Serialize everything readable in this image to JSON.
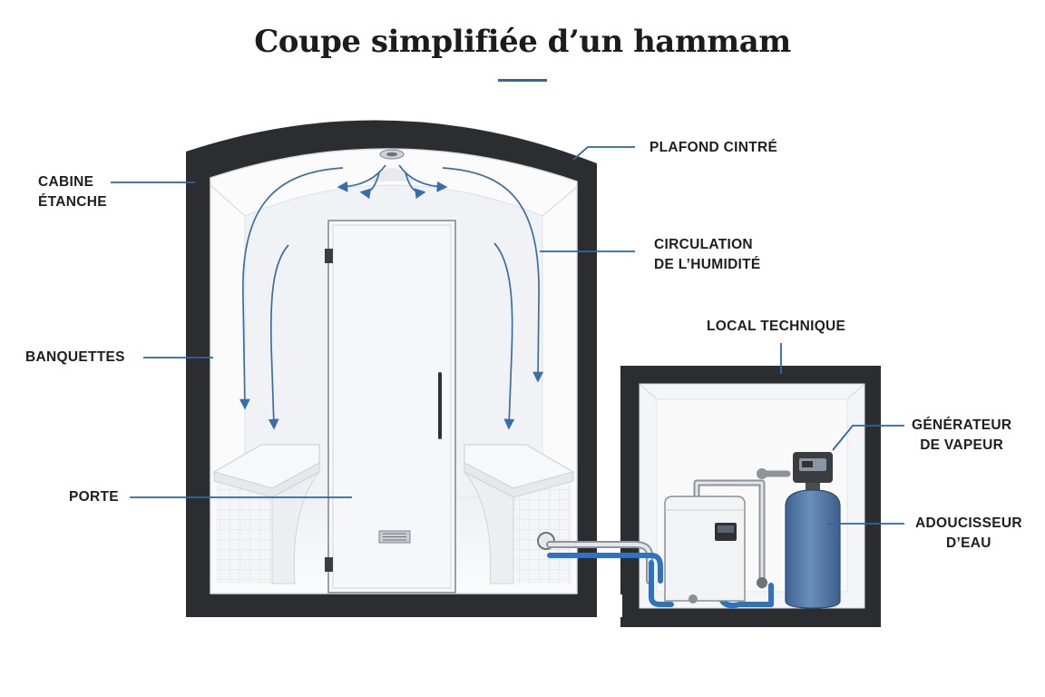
{
  "title": "Coupe simplifiée d’un hammam",
  "labels": {
    "cabine": [
      "CABINE",
      "ÉTANCHE"
    ],
    "plafond": "PLAFOND CINTRÉ",
    "circulation": [
      "CIRCULATION",
      "DE L’HUMIDITÉ"
    ],
    "banquettes": "BANQUETTES",
    "porte": "PORTE",
    "local": "LOCAL TECHNIQUE",
    "generateur": [
      "GÉNÉRATEUR",
      "DE VAPEUR"
    ],
    "adoucisseur": [
      "ADOUCISSEUR",
      "D’EAU"
    ]
  },
  "colors": {
    "wall": "#2b2d31",
    "leader": "#2f66a6",
    "arrow": "#3a6ea8",
    "pipe_blue": "#2f73c0",
    "softener": "#5b7fa8",
    "text": "#1e1e1e"
  }
}
